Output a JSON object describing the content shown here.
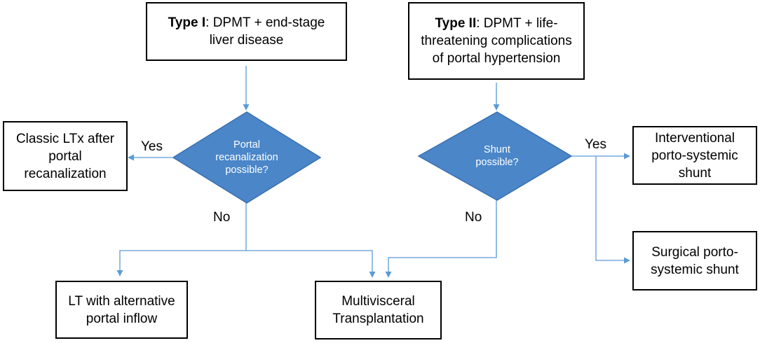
{
  "diagram": {
    "type1_box": {
      "title_bold": "Type I",
      "title_rest": ": DPMT + end-stage liver disease"
    },
    "type2_box": {
      "title_bold": "Type II",
      "title_rest": ": DPMT + life-threatening complications of portal hypertension"
    },
    "decision_portal": {
      "text": "Portal recanalization possible?"
    },
    "decision_shunt": {
      "text": "Shunt possible?"
    },
    "classic_ltx_box": {
      "text": "Classic LTx after portal recanalization"
    },
    "interventional_box": {
      "text": "Interventional porto-systemic shunt"
    },
    "surgical_box": {
      "text": "Surgical porto-systemic shunt"
    },
    "lt_alternative_box": {
      "text": "LT with alternative portal inflow"
    },
    "multivisceral_box": {
      "text": "Multivisceral Transplantation"
    },
    "edge_labels": {
      "yes_left": "Yes",
      "no_left": "No",
      "yes_right": "Yes",
      "no_right": "No"
    },
    "colors": {
      "diamond_fill": "#4a86c8",
      "diamond_stroke": "#3a70b0",
      "connector": "#5b9bd5",
      "box_border": "#000000"
    }
  }
}
